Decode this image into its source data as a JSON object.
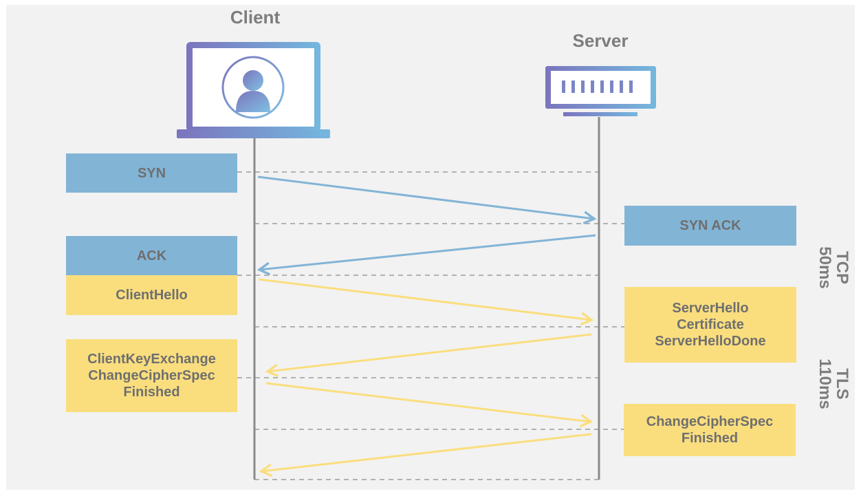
{
  "actors": {
    "client": "Client",
    "server": "Server"
  },
  "messages": {
    "syn": "SYN",
    "syn_ack": "SYN ACK",
    "ack": "ACK",
    "client_hello": "ClientHello",
    "server_hello": "ServerHello\nCertificate\nServerHelloDone",
    "client_key_exchange": "ClientKeyExchange\nChangeCipherSpec\nFinished",
    "server_finished": "ChangeCipherSpec\nFinished"
  },
  "phases": {
    "tcp": "TCP\n50ms",
    "tls": "TLS\n110ms"
  },
  "colors": {
    "tcp": "#82b4d6",
    "tls": "#fade7e",
    "lifeline": "#8a8a8a",
    "text": "#7d7d7d"
  }
}
